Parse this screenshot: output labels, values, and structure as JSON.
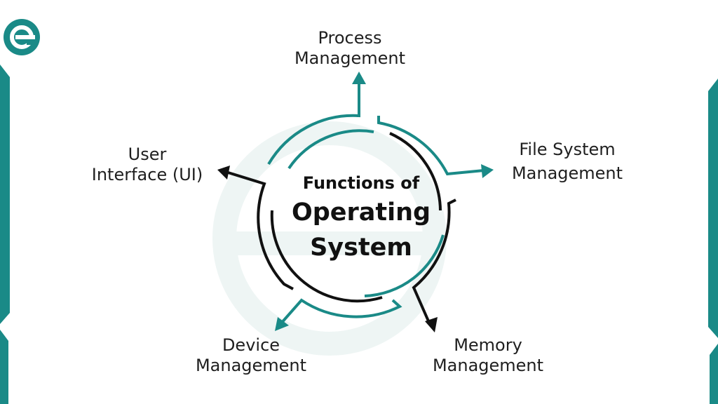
{
  "colors": {
    "teal": "#1a8a87",
    "dark": "#111111",
    "bg_mark": "#eef5f4"
  },
  "logo": {
    "icon": "e-logo-icon"
  },
  "center": {
    "line1": "Functions of",
    "line2": "Operating",
    "line3": "System"
  },
  "functions": {
    "process": {
      "line1": "Process",
      "line2": "Management"
    },
    "file_system": {
      "line1": "File System",
      "line2": "Management"
    },
    "memory": {
      "line1": "Memory",
      "line2": "Management"
    },
    "device": {
      "line1": "Device",
      "line2": "Management"
    },
    "ui": {
      "line1": "User",
      "line2": "Interface (UI)"
    }
  }
}
